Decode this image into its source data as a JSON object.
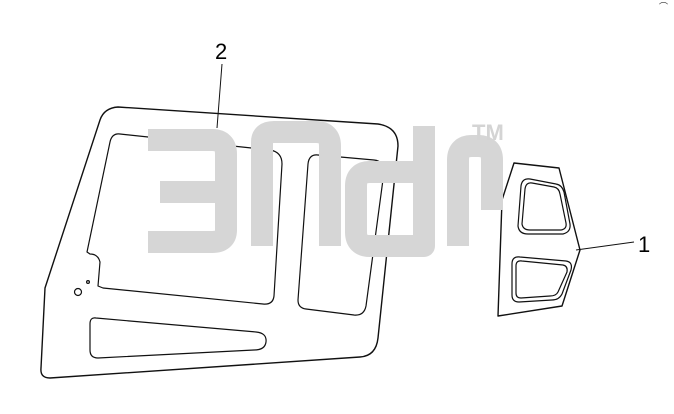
{
  "corner_mark": "⌒",
  "watermark": {
    "trademark": "TM",
    "color": "#d6d6d6"
  },
  "callouts": {
    "part_1": "1",
    "part_2": "2"
  },
  "colors": {
    "line": "#111111",
    "background": "#ffffff"
  }
}
